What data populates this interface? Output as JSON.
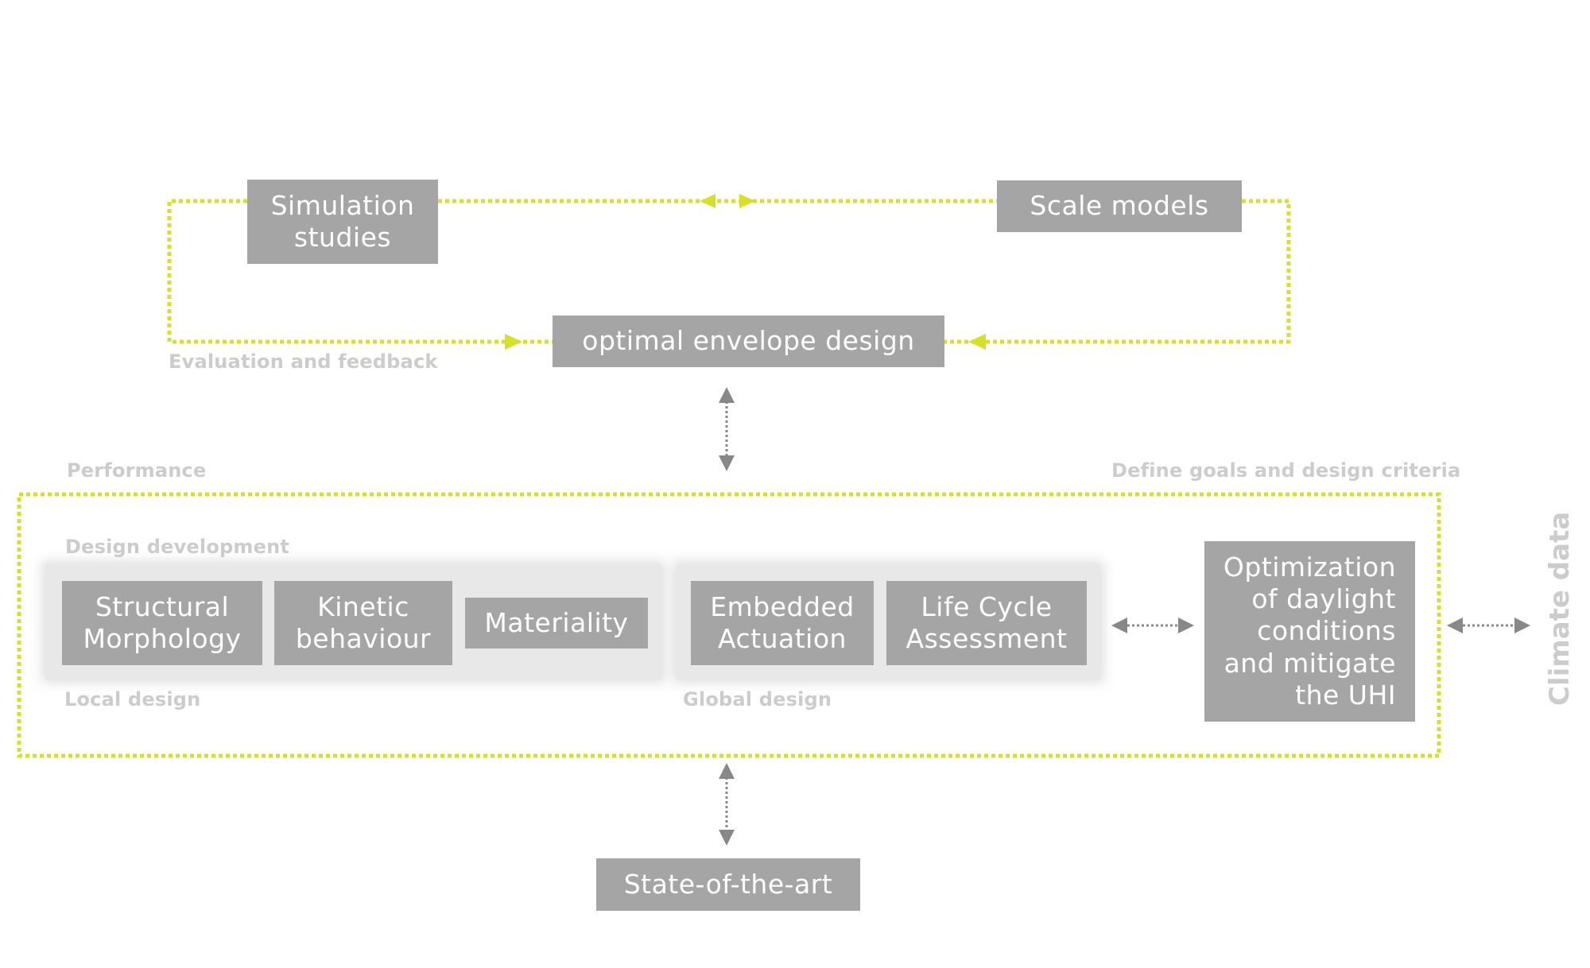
{
  "nodes": {
    "simulation_studies": "Simulation\nstudies",
    "scale_models": "Scale models",
    "optimal_envelope_design": "optimal envelope design",
    "structural_morphology": "Structural\nMorphology",
    "kinetic_behaviour": "Kinetic\nbehaviour",
    "materiality": "Materiality",
    "embedded_actuation": "Embedded\nActuation",
    "life_cycle_assessment": "Life Cycle\nAssessment",
    "optimization": "Optimization\nof daylight\nconditions\nand mitigate\nthe UHI",
    "state_of_the_art": "State-of-the-art"
  },
  "labels": {
    "evaluation_feedback": "Evaluation and feedback",
    "performance": "Performance",
    "define_goals": "Define goals and design criteria",
    "design_development": "Design development",
    "local_design": "Local design",
    "global_design": "Global design",
    "climate_data": "Climate data"
  },
  "colors": {
    "box_fill": "#a5a5a5",
    "box_text": "#ffffff",
    "label_text": "#cccccc",
    "feedback_loop": "#d4e02a",
    "bidirectional_arrow": "#888888",
    "panel_fill": "#e9e8e9"
  }
}
